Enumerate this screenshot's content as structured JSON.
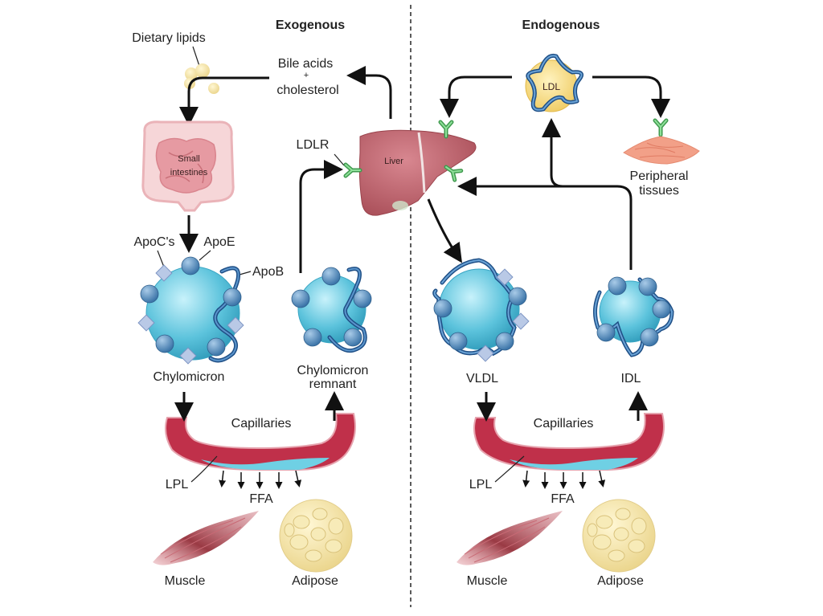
{
  "headers": {
    "exogenous": "Exogenous",
    "endogenous": "Endogenous"
  },
  "labels": {
    "dietary_lipids": "Dietary lipids",
    "bile_acids_line1": "Bile acids",
    "bile_acids_plus": "+",
    "bile_acids_line2": "cholesterol",
    "small_intestines_line1": "Small",
    "small_intestines_line2": "intestines",
    "apoc": "ApoC's",
    "apoe": "ApoE",
    "apob": "ApoB",
    "chylomicron": "Chylomicron",
    "chylomicron_remnant_line1": "Chylomicron",
    "chylomicron_remnant_line2": "remnant",
    "ldlr": "LDLR",
    "liver": "Liver",
    "ldl": "LDL",
    "peripheral_line1": "Peripheral",
    "peripheral_line2": "tissues",
    "vldl": "VLDL",
    "idl": "IDL",
    "capillaries_left": "Capillaries",
    "capillaries_right": "Capillaries",
    "lpl_left": "LPL",
    "lpl_right": "LPL",
    "ffa_left": "FFA",
    "ffa_right": "FFA",
    "muscle_left": "Muscle",
    "muscle_right": "Muscle",
    "adipose_left": "Adipose",
    "adipose_right": "Adipose"
  },
  "colors": {
    "particle": "#5cc3dc",
    "apoprotein": "#4a86b8",
    "apob_strand": "#3a6fa8",
    "apoc_square": "#b9c9e6",
    "receptor": "#5cbf6a",
    "liver": "#b86068",
    "capillary": "#c0304a",
    "lpl_layer": "#6fd0e4",
    "ldl_core": "#f5d87a",
    "adipose": "#f3e3a6",
    "muscle": "#9a3a44",
    "intestine": "#e99aa0",
    "peripheral": "#f2a088"
  }
}
